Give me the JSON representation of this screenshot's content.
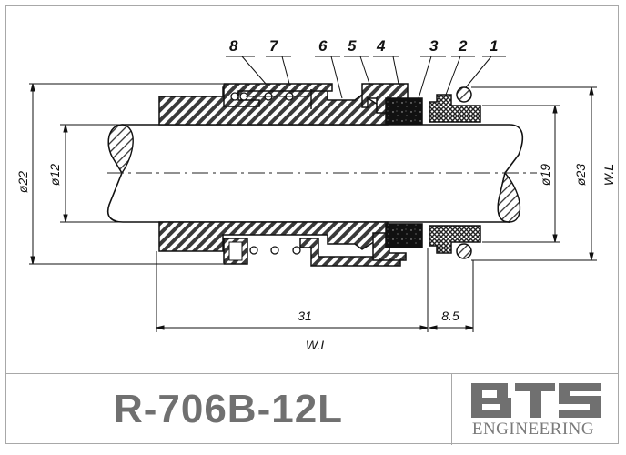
{
  "drawing": {
    "part_numbers": [
      "1",
      "2",
      "3",
      "4",
      "5",
      "6",
      "7",
      "8"
    ],
    "dimensions": {
      "left_outer": "ø22",
      "left_inner": "ø12",
      "right_inner": "ø19",
      "right_outer": "ø23",
      "right_label": "W.L",
      "bottom_length": "31",
      "bottom_seat": "8.5",
      "bottom_label": "W.L"
    }
  },
  "title_block": {
    "model": "R-706B-12L",
    "logo": {
      "brand": "BTS",
      "subtitle": "ENGINEERING",
      "color": "#707070"
    }
  }
}
